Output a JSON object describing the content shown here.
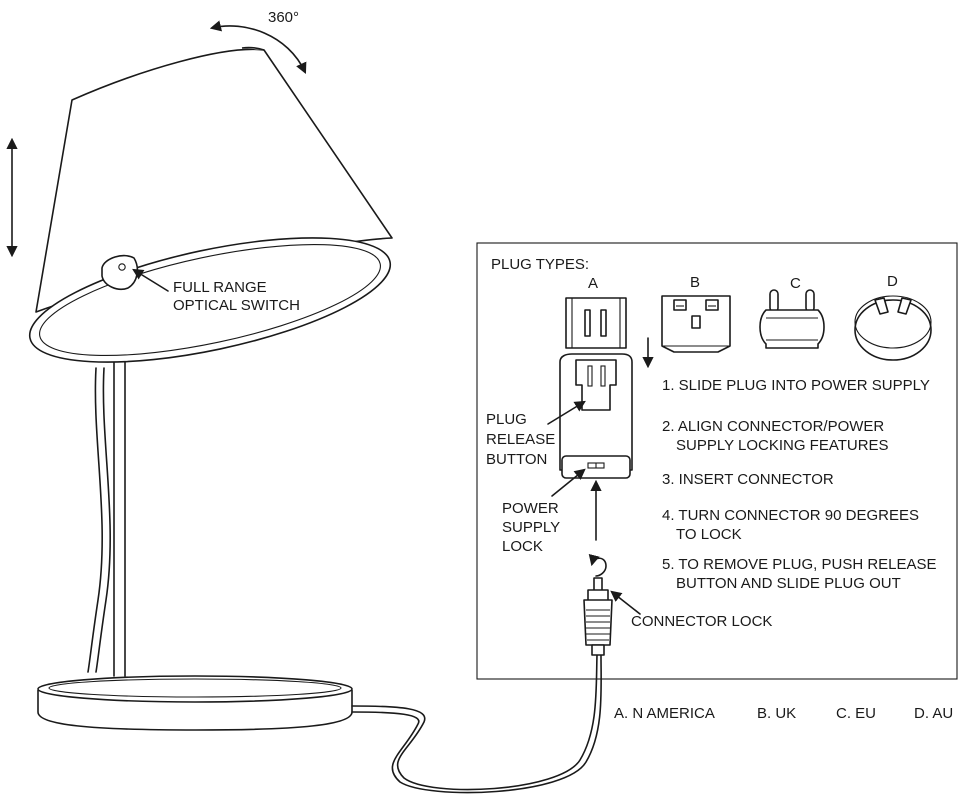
{
  "rotation_label": "360°",
  "switch_label": [
    "FULL RANGE",
    "OPTICAL SWITCH"
  ],
  "plug_types_title": "PLUG TYPES:",
  "plug_letters": [
    "A",
    "B",
    "C",
    "D"
  ],
  "release_label": [
    "PLUG",
    "RELEASE",
    "BUTTON"
  ],
  "lock_label": [
    "POWER",
    "SUPPLY",
    "LOCK"
  ],
  "connector_lock_label": "CONNECTOR LOCK",
  "steps": [
    [
      "1. SLIDE PLUG INTO POWER SUPPLY"
    ],
    [
      "2. ALIGN CONNECTOR/POWER",
      "SUPPLY LOCKING FEATURES"
    ],
    [
      "3. INSERT CONNECTOR"
    ],
    [
      "4. TURN CONNECTOR 90 DEGREES",
      "TO LOCK"
    ],
    [
      "5. TO REMOVE PLUG, PUSH RELEASE",
      "BUTTON AND SLIDE PLUG OUT"
    ]
  ],
  "legend": [
    "A. N AMERICA",
    "B. UK",
    "C. EU",
    "D. AU"
  ]
}
